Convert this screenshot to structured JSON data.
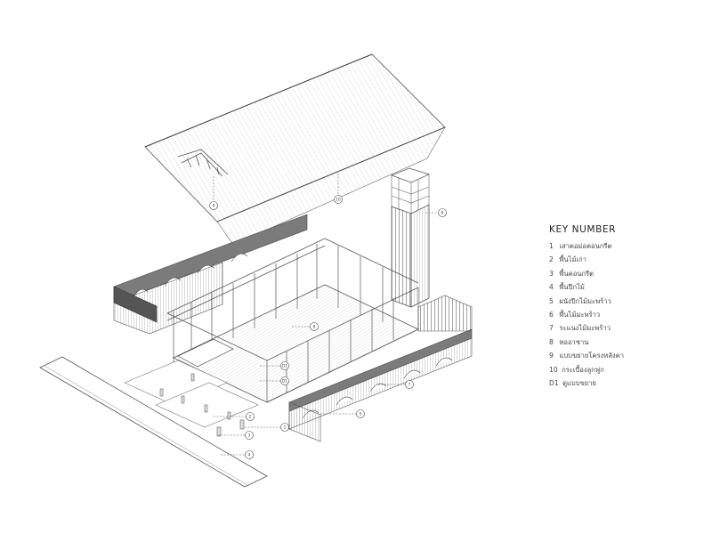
{
  "legend": {
    "title": "KEY NUMBER",
    "items": [
      {
        "number": "1",
        "text": "เสาตอม่อคอนกรีต"
      },
      {
        "number": "2",
        "text": "พื้นไม้เก่า"
      },
      {
        "number": "3",
        "text": "พื้นคอนกรีต"
      },
      {
        "number": "4",
        "text": "พื้นปีกไม้"
      },
      {
        "number": "5",
        "text": "ผนังปีกไม้มะพร้าว"
      },
      {
        "number": "6",
        "text": "พื้นไม้มะพร้าว"
      },
      {
        "number": "7",
        "text": "ระแนงไม้มะพร้าว"
      },
      {
        "number": "8",
        "text": "หออาชาน"
      },
      {
        "number": "9",
        "text": "แบบขยายโครงหลังคา"
      },
      {
        "number": "10",
        "text": "กระเบื้องลูกฟูก"
      },
      {
        "number": "D1",
        "text": "ดูแบบขยาย"
      }
    ]
  },
  "callouts": [
    {
      "label": "9",
      "target": "roof-truss"
    },
    {
      "label": "10",
      "target": "roof-tiles"
    },
    {
      "label": "8",
      "target": "tower"
    },
    {
      "label": "6",
      "target": "main-floor"
    },
    {
      "label": "D1",
      "target": "detail-1"
    },
    {
      "label": "D1",
      "target": "detail-2"
    },
    {
      "label": "7",
      "target": "front-louvers"
    },
    {
      "label": "5",
      "target": "front-wall"
    },
    {
      "label": "1",
      "target": "column"
    },
    {
      "label": "2",
      "target": "old-floor"
    },
    {
      "label": "3",
      "target": "concrete-floor"
    },
    {
      "label": "4",
      "target": "wing-floor"
    }
  ],
  "colors": {
    "line": "#555555",
    "light_line": "#9a9a9a",
    "hatch": "#bdbdbd",
    "wall_fill": "#6f6f6f",
    "paper": "#ffffff"
  }
}
